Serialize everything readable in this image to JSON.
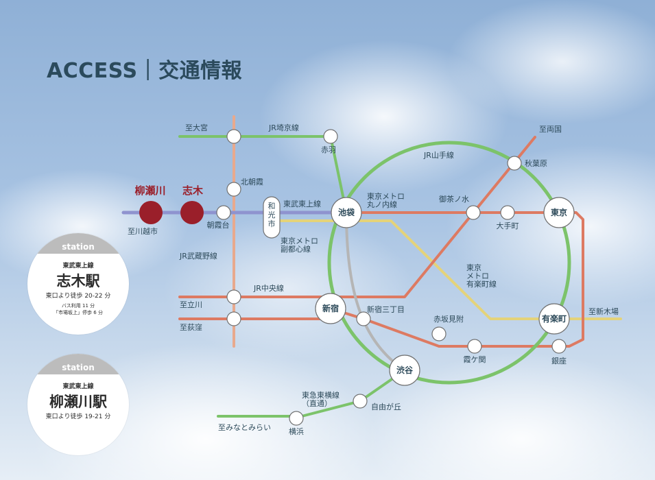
{
  "title": "ACCESS｜交通情報",
  "colors": {
    "yamanote": "#7cc36a",
    "saikyo": "#7cc36a",
    "tojo": "#8f93cf",
    "fukutoshin": "#e4d37a",
    "chuo": "#dd7a62",
    "marunouchi": "#dd7a62",
    "musashino": "#e8a98d",
    "toyoko": "#7cc36a",
    "grey": "#b5b5b5",
    "station_red": "#9a1f2a"
  },
  "lines": {
    "saikyo": "JR埼京線",
    "yamanote": "JR山手線",
    "tojo": "東武東上線",
    "marunouchi": "東京メトロ\n丸ノ内線",
    "fukutoshin": "東京メトロ\n副都心線",
    "musashino": "JR武蔵野線",
    "chuo": "JR中央線",
    "yurakucho": "東京\nメトロ\n有楽町線",
    "toyoko": "東急東横線\n（直通）"
  },
  "stations": {
    "yanasegawa": "柳瀬川",
    "shiki": "志木",
    "asakadai": "朝霞台",
    "kitaasaka": "北朝霞",
    "wakoshi": "和\n光\n市",
    "akabane": "赤羽",
    "ikebukuro": "池袋",
    "akihabara": "秋葉原",
    "ochanomizu": "御茶ノ水",
    "otemachi": "大手町",
    "tokyo": "東京",
    "yurakucho": "有楽町",
    "ginza": "銀座",
    "kasumigaseki": "霞ケ関",
    "akasakamitsuke": "赤坂見附",
    "shinjuku": "新宿",
    "shinjukusanchome": "新宿三丁目",
    "shibuya": "渋谷",
    "jiyugaoka": "自由が丘",
    "yokohama": "横浜"
  },
  "directions": {
    "omiya": "至大宮",
    "kawagoeshi": "至川越市",
    "ryogoku": "至両国",
    "tachikawa": "至立川",
    "ogikubo": "至荻窪",
    "shinkiba": "至新木場",
    "minatomirai": "至みなとみらい"
  },
  "cards": [
    {
      "header": "station",
      "line": "東武東上線",
      "name": "志木駅",
      "walk": "東口より徒歩 20-22 分",
      "bus1": "バス利用 11 分",
      "bus2": "「市場坂上」停歩 6 分"
    },
    {
      "header": "station",
      "line": "東武東上線",
      "name": "柳瀬川駅",
      "walk": "東口より徒歩 19-21 分"
    }
  ]
}
